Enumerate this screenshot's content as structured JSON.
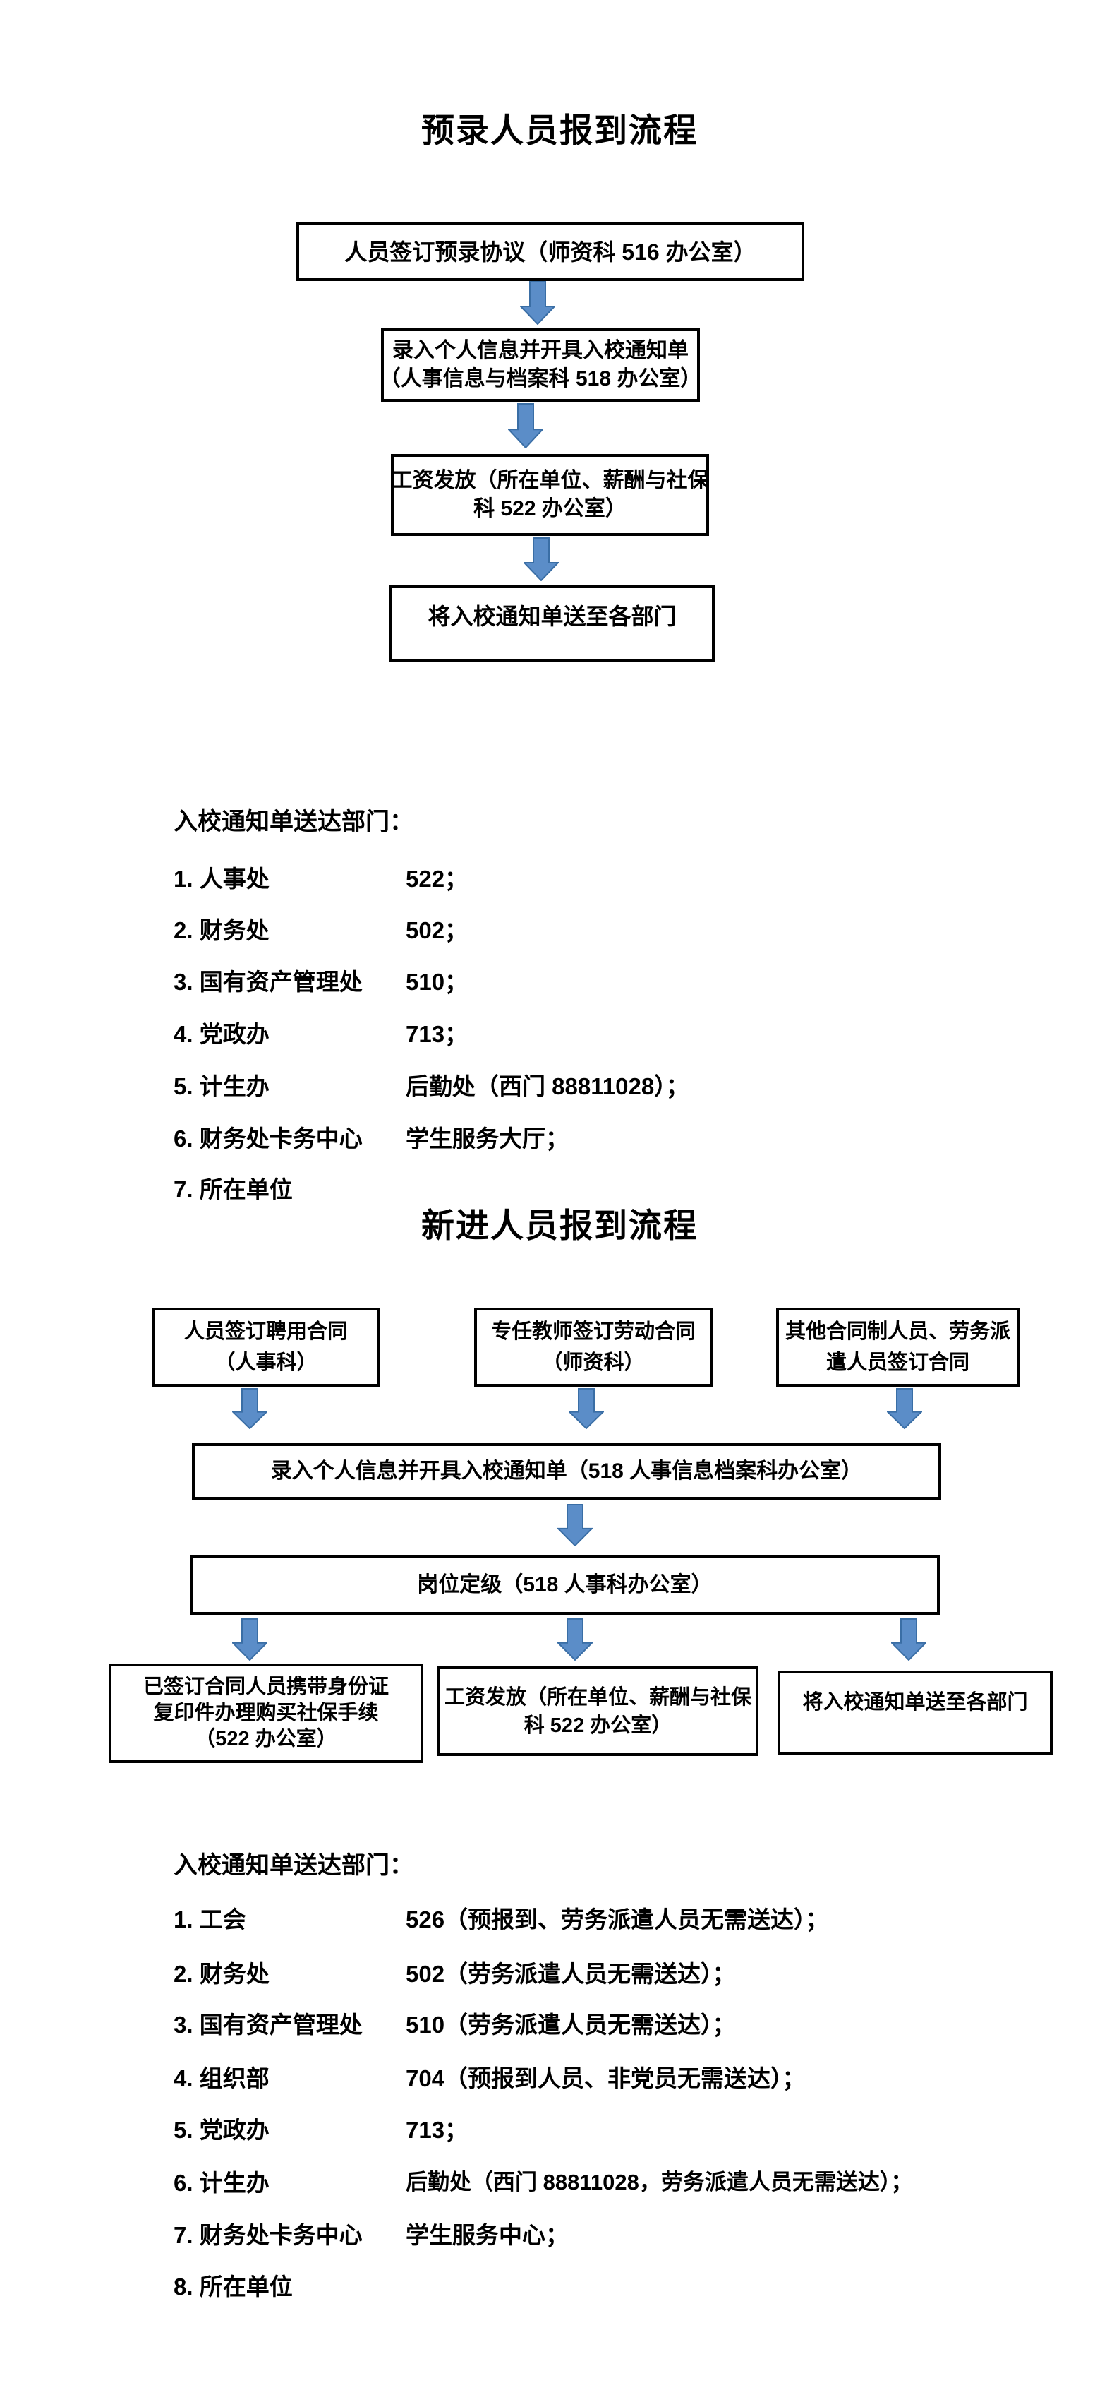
{
  "colors": {
    "arrow_fill": "#5b8dc8",
    "arrow_stroke": "#3a6ea5",
    "box_border": "#000000",
    "text": "#000000",
    "background": "#ffffff"
  },
  "chart1": {
    "title": "预录人员报到流程",
    "boxes": [
      {
        "lines": [
          "人员签订预录协议（师资科 516 办公室）"
        ]
      },
      {
        "lines": [
          "录入个人信息并开具入校通知单",
          "（人事信息与档案科 518 办公室）"
        ]
      },
      {
        "lines": [
          "工资发放（所在单位、薪酬与社保",
          "科 522 办公室）"
        ]
      },
      {
        "lines": [
          "将入校通知单送至各部门"
        ]
      }
    ]
  },
  "list1": {
    "heading": "入校通知单送达部门：",
    "items": [
      {
        "label": "1. 人事处",
        "value": "522；"
      },
      {
        "label": "2. 财务处",
        "value": "502；"
      },
      {
        "label": "3. 国有资产管理处",
        "value": "510；"
      },
      {
        "label": "4. 党政办",
        "value": "713；"
      },
      {
        "label": "5. 计生办",
        "value": "后勤处（西门  88811028）；"
      },
      {
        "label": "6. 财务处卡务中心",
        "value": "学生服务大厅；"
      },
      {
        "label": "7. 所在单位",
        "value": ""
      }
    ]
  },
  "chart2": {
    "title": "新进人员报到流程",
    "top_boxes": [
      {
        "lines": [
          "人员签订聘用合同",
          "（人事科）"
        ]
      },
      {
        "lines": [
          "专任教师签订劳动合同",
          "（师资科）"
        ]
      },
      {
        "lines": [
          "其他合同制人员、劳务派",
          "遣人员签订合同"
        ]
      }
    ],
    "wide_boxes": [
      {
        "lines": [
          "录入个人信息并开具入校通知单（518 人事信息档案科办公室）"
        ]
      },
      {
        "lines": [
          "岗位定级（518 人事科办公室）"
        ]
      }
    ],
    "bottom_boxes": [
      {
        "lines": [
          "已签订合同人员携带身份证",
          "复印件办理购买社保手续",
          "（522 办公室）"
        ]
      },
      {
        "lines": [
          "工资发放（所在单位、薪酬与社保",
          "科 522 办公室）"
        ]
      },
      {
        "lines": [
          "将入校通知单送至各部门"
        ]
      }
    ]
  },
  "list2": {
    "heading": "入校通知单送达部门：",
    "items": [
      {
        "label": "1. 工会",
        "value": "526（预报到、劳务派遣人员无需送达）；"
      },
      {
        "label": "2. 财务处",
        "value": "502（劳务派遣人员无需送达）；"
      },
      {
        "label": "3. 国有资产管理处",
        "value": "510（劳务派遣人员无需送达）；"
      },
      {
        "label": "4. 组织部",
        "value": "704（预报到人员、非党员无需送达）；"
      },
      {
        "label": "5. 党政办",
        "value": "713；"
      },
      {
        "label": "6. 计生办",
        "value": "后勤处（西门  88811028，劳务派遣人员无需送达）；"
      },
      {
        "label": "7. 财务处卡务中心",
        "value": "学生服务中心；"
      },
      {
        "label": "8. 所在单位",
        "value": ""
      }
    ]
  }
}
